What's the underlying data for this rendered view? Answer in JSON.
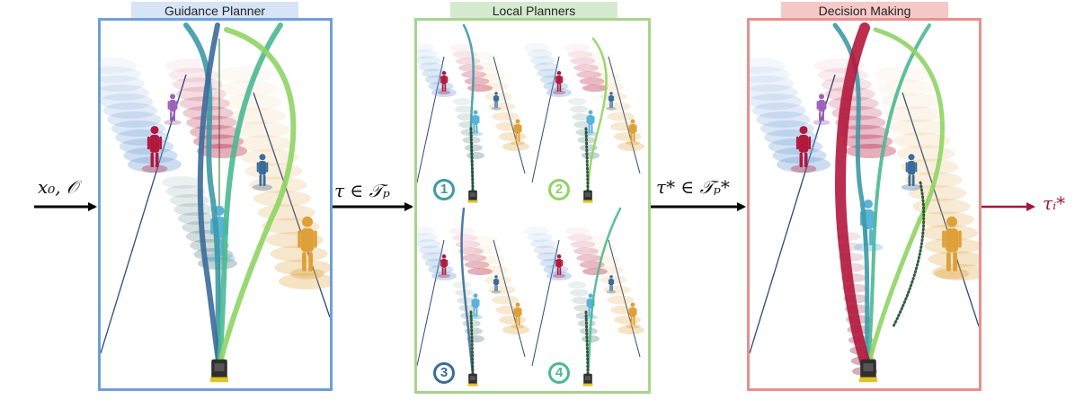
{
  "panels": {
    "guidance": {
      "title": "Guidance Planner",
      "title_bg": "#d7e4f7",
      "border": "#6f9fd8"
    },
    "local": {
      "title": "Local Planners",
      "title_bg": "#d6ead0",
      "border": "#a8d48e"
    },
    "decision": {
      "title": "Decision Making",
      "title_bg": "#f6c9c9",
      "border": "#e98f8f"
    }
  },
  "labels": {
    "input": "x₀, 𝒪",
    "guidance_out": "τ ∈ 𝒯ₚ",
    "local_out": "τ* ∈ 𝒯ₚ*",
    "output": "τᵢ*"
  },
  "numbers": [
    "1",
    "2",
    "3",
    "4"
  ],
  "colors": {
    "traj_teal": "#3d9aa6",
    "traj_blue": "#3b6b9a",
    "traj_lime": "#8fd464",
    "traj_green": "#4ab894",
    "selected": "#b3173c",
    "arrow": "#000000",
    "output_arrow": "#a3183a",
    "human_red": "#b3173c",
    "human_blue": "#5ab3d9",
    "human_orange": "#dea13a",
    "human_purple": "#9e62b8"
  }
}
